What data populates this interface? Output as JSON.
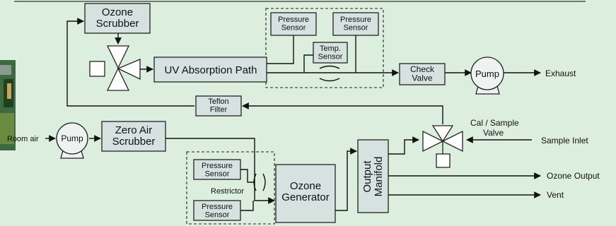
{
  "diagram": {
    "components": {
      "ozone_scrubber": "Ozone Scrubber",
      "uv_absorption_path": "UV Absorption Path",
      "pressure_sensor_1": "Pressure Sensor",
      "pressure_sensor_2": "Pressure Sensor",
      "temp_sensor": "Temp. Sensor",
      "check_valve": "Check Valve",
      "pump_top": "Pump",
      "exhaust": "Exhaust",
      "teflon_filter": "Teflon Filter",
      "cal_sample_valve": "Cal / Sample Valve",
      "sample_inlet": "Sample Inlet",
      "room_air": "Room air",
      "pump_bottom": "Pump",
      "zero_air_scrubber": "Zero Air Scrubber",
      "pressure_sensor_3": "Pressure Sensor",
      "pressure_sensor_4": "Pressure Sensor",
      "restrictor": "Restrictor",
      "ozone_generator": "Ozone Generator",
      "output_manifold": "Output Manifold",
      "ozone_output": "Ozone Output",
      "vent": "Vent"
    }
  }
}
